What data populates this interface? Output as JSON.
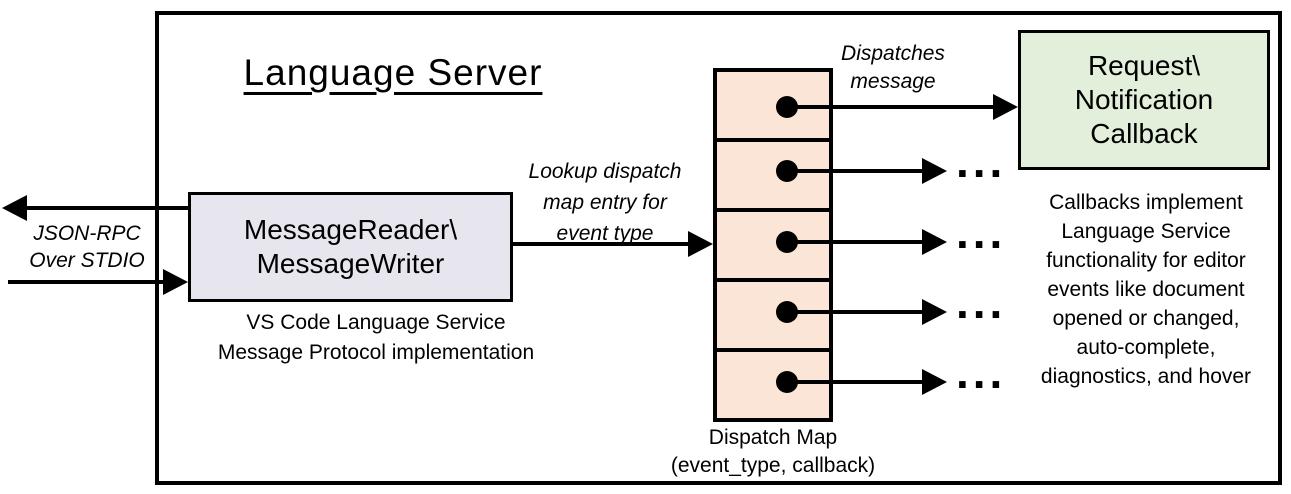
{
  "diagram": {
    "title": "Language Server",
    "io_label": [
      "JSON-RPC",
      "Over STDIO"
    ],
    "reader_box": {
      "lines": [
        "MessageReader\\",
        "MessageWriter"
      ],
      "caption": [
        "VS Code Language Service",
        "Message Protocol implementation"
      ]
    },
    "lookup_label": [
      "Lookup dispatch",
      "map entry for",
      "event type"
    ],
    "dispatches_label": [
      "Dispatches",
      "message"
    ],
    "callback_box": {
      "lines": [
        "Request\\",
        "Notification",
        "Callback"
      ]
    },
    "callback_note": [
      "Callbacks implement",
      "Language Service",
      "functionality for editor",
      "events like document",
      "opened or changed,",
      "auto-complete,",
      "diagnostics, and hover"
    ],
    "map_caption": [
      "Dispatch Map",
      "(event_type, callback)"
    ],
    "ellipsis": "...",
    "colors": {
      "reader_fill": "#e7e6ee",
      "map_fill": "#fbe5d6",
      "callback_fill": "#e2efda",
      "line": "#000000"
    }
  }
}
